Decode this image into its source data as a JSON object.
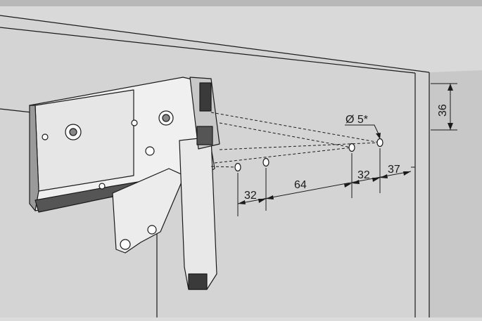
{
  "dimensions": {
    "d1": "32",
    "d2": "64",
    "d3": "32",
    "d4": "37",
    "height": "36",
    "hole": "Ø 5*"
  },
  "colors": {
    "background": "#dcdcdc",
    "cabinet_face": "#d4d4d4",
    "cabinet_side": "#cbcbcb",
    "top_band": "#b8b8b8",
    "mechanism_light": "#f2f2f2",
    "mechanism_mid": "#c8c8c8",
    "mechanism_dark": "#3a3a3a",
    "line": "#1a1a1a"
  }
}
